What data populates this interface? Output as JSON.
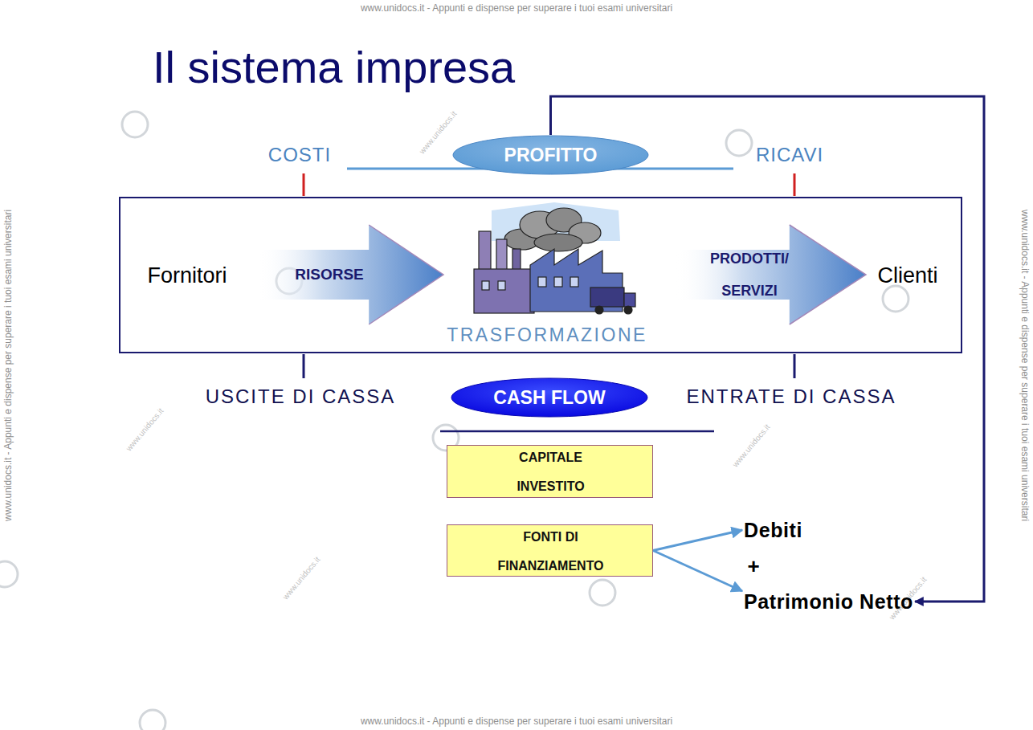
{
  "diagram": {
    "title": "Il sistema impresa",
    "nodes": [
      {
        "text": [
          "PROFITTO"
        ]
      },
      {
        "text": [
          "Fornitori",
          "TRASFORMAZIONE",
          "Clienti"
        ]
      },
      {
        "text": [
          "RISORSE"
        ],
        "in": 1
      },
      {
        "text": [
          "PRODOTTI/ SERVIZI"
        ],
        "in": 1
      },
      {
        "text": [
          "CASH FLOW"
        ]
      },
      {
        "text": [
          "CAPITALE INVESTITO"
        ]
      },
      {
        "text": [
          "FONTI DI FINANZIAMENTO"
        ]
      },
      {
        "text": [
          "Debiti"
        ]
      },
      {
        "text": [
          "Patrimonio Netto"
        ]
      }
    ],
    "edges": [
      {
        "from": 6,
        "to": 7,
        "arrow": "to"
      },
      {
        "from": 6,
        "to": 8,
        "arrow": "to"
      },
      {
        "from": 0,
        "to": 8,
        "arrow": "to"
      }
    ],
    "labels": [
      "COSTI",
      "RICAVI",
      "USCITE DI CASSA",
      "ENTRATE DI CASSA",
      "+",
      "www.unidocs.it - Appunti e dispense per superare i tuoi esami universitari",
      "www.unidocs.it - Appunti e dispense per superare i tuoi esami universitari",
      "www.unidocs.it - Appunti e dispense per superare i tuoi esami universitari",
      "www.unidocs.it - Appunti e dispense per superare i tuoi esami universitari",
      "www.unidocs.it",
      "www.unidocs.it",
      "www.unidocs.it",
      "www.unidocs.it",
      "www.unidocs.it"
    ]
  }
}
